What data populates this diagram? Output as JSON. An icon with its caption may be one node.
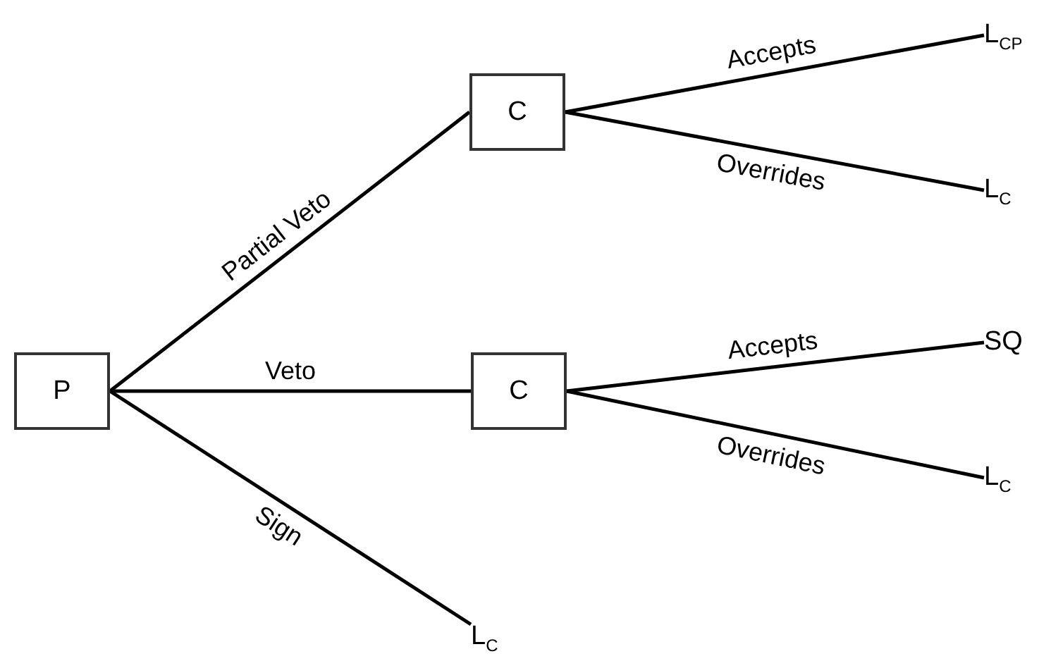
{
  "diagram": {
    "nodes": [
      {
        "text": [
          "P"
        ]
      },
      {
        "text": [
          "C"
        ]
      },
      {
        "text": [
          "C"
        ]
      },
      {
        "text": [
          "L$_{CP}$"
        ]
      },
      {
        "text": [
          "L$_{C}$"
        ]
      },
      {
        "text": [
          "SQ"
        ]
      },
      {
        "text": [
          "L$_{C}$"
        ]
      },
      {
        "text": [
          "L$_{C}$"
        ]
      }
    ],
    "edges": [
      {
        "from": 0,
        "to": 1,
        "arrow": "none",
        "label": "Partial Veto"
      },
      {
        "from": 0,
        "to": 2,
        "arrow": "none",
        "label": "Veto"
      },
      {
        "from": 0,
        "to": 7,
        "arrow": "none",
        "label": "Sign"
      },
      {
        "from": 1,
        "to": 3,
        "arrow": "none",
        "label": "Accepts"
      },
      {
        "from": 1,
        "to": 4,
        "arrow": "none",
        "label": "Overrides"
      },
      {
        "from": 2,
        "to": 5,
        "arrow": "none",
        "label": "Accepts"
      },
      {
        "from": 2,
        "to": 6,
        "arrow": "none",
        "label": "Overrides"
      }
    ]
  }
}
